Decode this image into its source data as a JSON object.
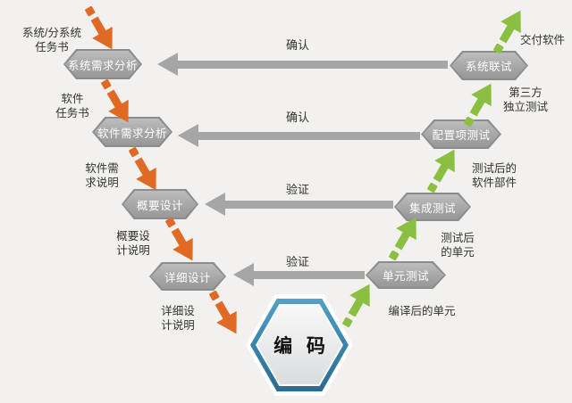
{
  "colors": {
    "background": "#f2f1ef",
    "orange": "#e06a24",
    "green": "#8abf42",
    "arrow_gray": "#a6a6a6",
    "hex_border": "#8c8c8c",
    "hex_fill_light": "#bdbdbd",
    "hex_fill_dark": "#989898",
    "hex_text": "#ffffff",
    "blue_ring": "#3b87b0",
    "label_text": "#333333"
  },
  "v_model": {
    "rows": [
      {
        "left_node": "系统需求分析",
        "right_node": "系统联试",
        "arrow_label": "确认"
      },
      {
        "left_node": "软件需求分析",
        "right_node": "配置项测试",
        "arrow_label": "确认"
      },
      {
        "left_node": "概要设计",
        "right_node": "集成测试",
        "arrow_label": "验证"
      },
      {
        "left_node": "详细设计",
        "right_node": "单元测试",
        "arrow_label": "验证"
      }
    ],
    "center_node": "编 码",
    "left_labels": [
      "系统/分系统\n任务书",
      "软件\n任务书",
      "软件需\n求说明",
      "概要设\n计说明",
      "详细设\n计说明"
    ],
    "right_labels": [
      "交付软件",
      "第三方\n独立测试",
      "测试后的\n软件部件",
      "测试后\n的单元",
      "编译后的单元"
    ]
  }
}
